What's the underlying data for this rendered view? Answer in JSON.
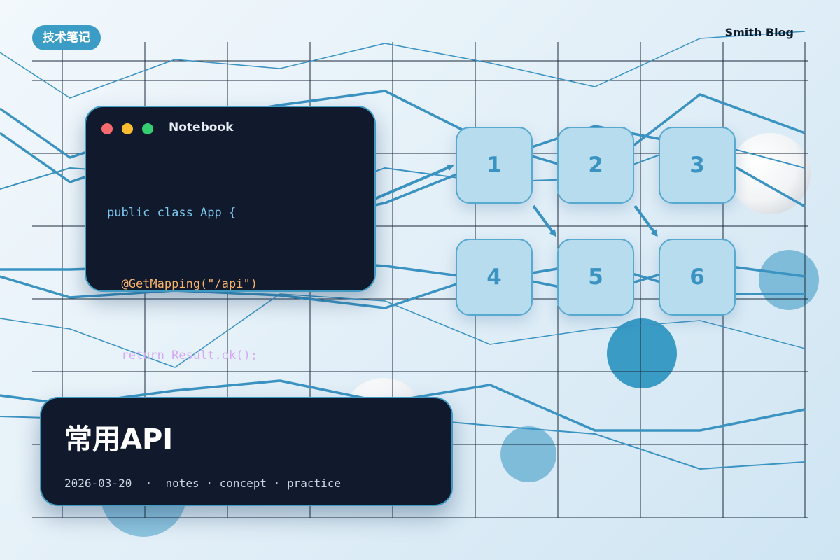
{
  "header": {
    "tag_label": "技术笔记",
    "brand": "Smith Blog"
  },
  "code_card": {
    "title": "Notebook",
    "lines": [
      "public class App {",
      "  @GetMapping(\"/api\")",
      "  return Result.ok();",
      "}"
    ]
  },
  "flow": {
    "nodes": [
      "1",
      "2",
      "3",
      "4",
      "5",
      "6"
    ]
  },
  "title_card": {
    "title": "常用API",
    "date": "2026-03-20",
    "tags": [
      "notes",
      "concept",
      "practice"
    ],
    "separator": "·"
  },
  "colors": {
    "accent": "#3b9cc6",
    "card_bg": "#111a2c",
    "node_bg": "#b7dcee",
    "node_text": "#3b93c2"
  }
}
